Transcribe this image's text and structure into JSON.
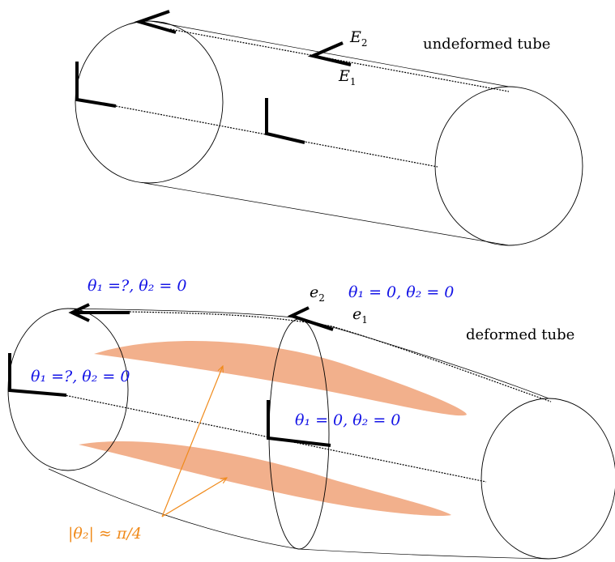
{
  "undeformed": {
    "title": "undeformed tube",
    "frame_labels": {
      "E2_main": "E",
      "E2_sub": "2",
      "E1_main": "E",
      "E1_sub": "1"
    }
  },
  "deformed": {
    "title": "deformed tube",
    "frame_labels": {
      "e2_main": "e",
      "e2_sub": "2",
      "e1_main": "e",
      "e1_sub": "1"
    },
    "angle_labels": {
      "top_left": "θ₁ =?,  θ₂ = 0",
      "top_mid": "θ₁ = 0,  θ₂ = 0",
      "left": "θ₁ =?,  θ₂ = 0",
      "center": "θ₁ = 0,  θ₂ = 0"
    },
    "annotation": "|θ₂| ≈ π/4"
  },
  "colors": {
    "stroke": "#000000",
    "label_blue": "#1414e6",
    "annotation_orange": "#f08a1a",
    "band_fill": "#f2b08c"
  }
}
